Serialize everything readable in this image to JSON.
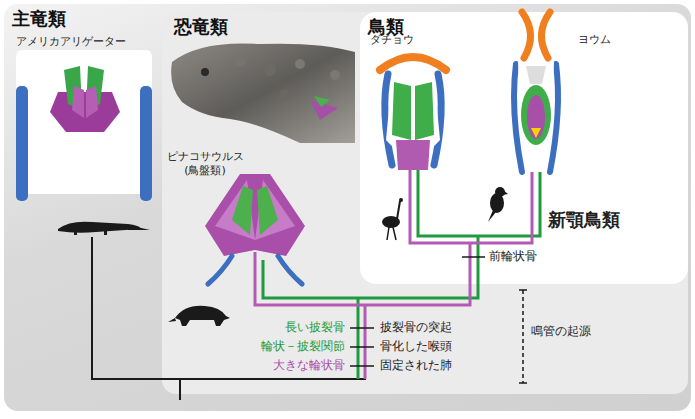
{
  "diagram": {
    "nodes": [
      {
        "text": [
          "主竜類"
        ]
      },
      {
        "text": [
          "恐竜類"
        ],
        "in": 0
      },
      {
        "text": [
          "鳥類"
        ],
        "in": 1
      }
    ],
    "labels": [
      "アメリカアリゲーター",
      "ピナコサウルス (鳥盤類)",
      "ダチョウ",
      "ヨウム",
      "新顎鳥類",
      "前輪状骨",
      "長い披裂骨",
      "輪状－披裂関節",
      "大きな輪状骨",
      "披裂骨の突起",
      "骨化した喉頭",
      "固定された肺",
      "鳴管の起源"
    ]
  }
}
